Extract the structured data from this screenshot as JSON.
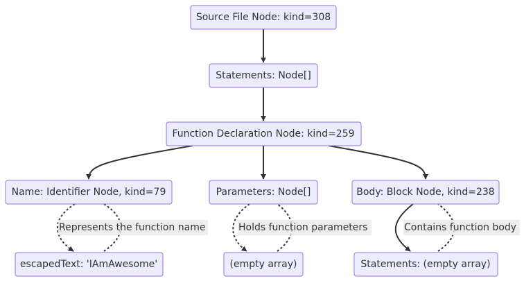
{
  "nodes": {
    "source_file": "Source File Node: kind=308",
    "statements_root": "Statements: Node[]",
    "function_decl": "Function Declaration Node: kind=259",
    "name_node": "Name: Identifier Node, kind=79",
    "parameters_node": "Parameters: Node[]",
    "body_node": "Body: Block Node, kind=238",
    "escaped_text": "escapedText: 'IAmAwesome'",
    "empty_array": "(empty array)",
    "statements_empty": "Statements: (empty array)"
  },
  "edge_labels": {
    "name_to_escaped": "Represents the function name",
    "params_to_empty": "Holds function parameters",
    "body_to_statements": "Contains function body"
  },
  "colors": {
    "node_fill": "#ECECFF",
    "node_border": "#9370DB",
    "edge": "#333333",
    "label_background": "#e8e8e8"
  }
}
